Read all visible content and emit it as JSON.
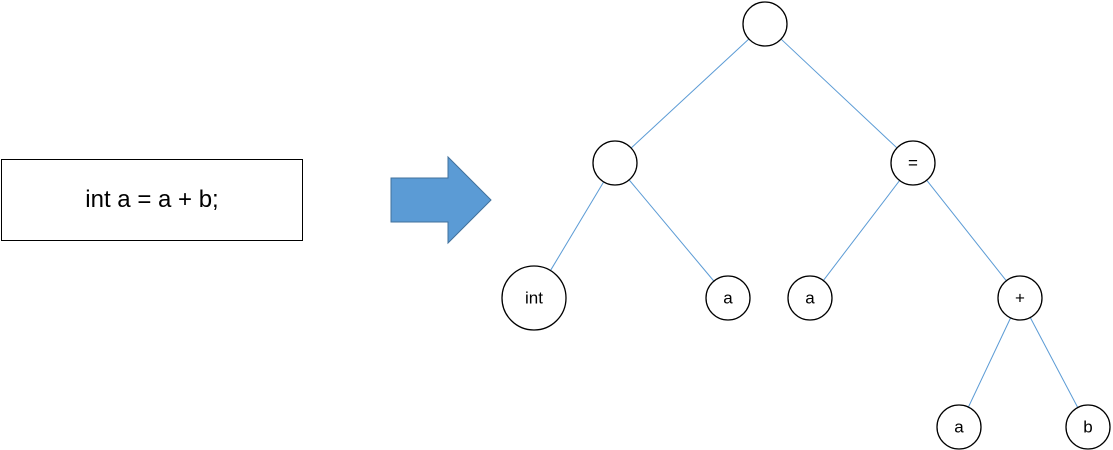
{
  "code_box": {
    "text": "int a = a + b;"
  },
  "colors": {
    "arrow_fill": "#5b9bd5",
    "arrow_stroke": "#41719c",
    "edge": "#5b9bd5",
    "node_stroke": "#000000"
  },
  "tree": {
    "nodes": [
      {
        "id": "root",
        "label": ""
      },
      {
        "id": "decl",
        "label": ""
      },
      {
        "id": "assign",
        "label": "="
      },
      {
        "id": "type",
        "label": "int"
      },
      {
        "id": "name",
        "label": "a"
      },
      {
        "id": "lhs",
        "label": "a"
      },
      {
        "id": "plus",
        "label": "+"
      },
      {
        "id": "op-a",
        "label": "a"
      },
      {
        "id": "op-b",
        "label": "b"
      }
    ],
    "edges": [
      {
        "from": "root",
        "to": "decl"
      },
      {
        "from": "root",
        "to": "assign"
      },
      {
        "from": "decl",
        "to": "type"
      },
      {
        "from": "decl",
        "to": "name"
      },
      {
        "from": "assign",
        "to": "lhs"
      },
      {
        "from": "assign",
        "to": "plus"
      },
      {
        "from": "plus",
        "to": "op-a"
      },
      {
        "from": "plus",
        "to": "op-b"
      }
    ]
  }
}
